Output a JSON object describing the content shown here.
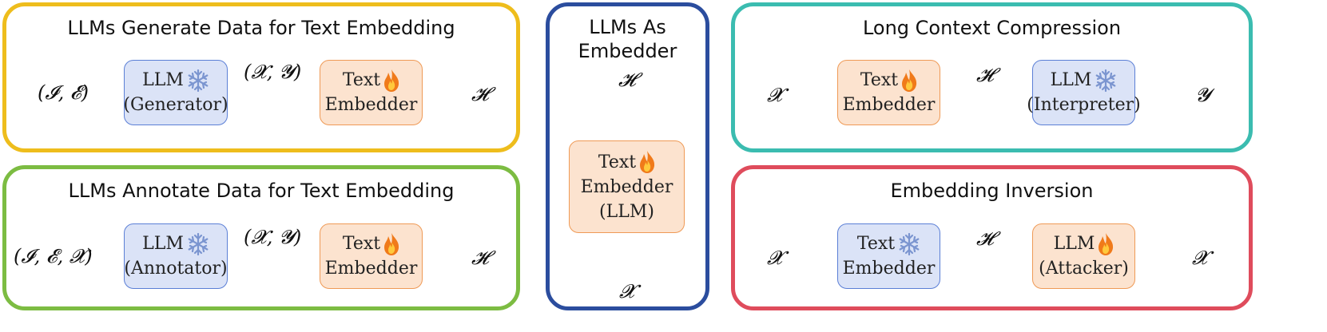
{
  "panels": {
    "generate": {
      "title": "LLMs Generate Data for Text Embedding",
      "color": "#eebd1c",
      "input": "(𝓘, 𝓔)",
      "pair": "(𝓧, 𝓨)",
      "output": "𝓗",
      "llm": {
        "label": "LLM",
        "role": "(Generator)",
        "icon": "snowflake-icon"
      },
      "embedder": {
        "label": "Text",
        "label2": "Embedder",
        "icon": "flame-icon"
      }
    },
    "annotate": {
      "title": "LLMs Annotate Data for Text Embedding",
      "color": "#7cbc42",
      "input": "(𝓘, 𝓔, 𝓧)",
      "pair": "(𝓧, 𝓨)",
      "output": "𝓗",
      "llm": {
        "label": "LLM",
        "role": "(Annotator)",
        "icon": "snowflake-icon"
      },
      "embedder": {
        "label": "Text",
        "label2": "Embedder",
        "icon": "flame-icon"
      }
    },
    "embedder": {
      "title_line1": "LLMs As",
      "title_line2": "Embedder",
      "color": "#2b4d9e",
      "input": "𝓧",
      "output": "𝓗",
      "box": {
        "line1": "Text",
        "line2": "Embedder",
        "line3": "(LLM)",
        "icon": "flame-icon"
      }
    },
    "compression": {
      "title": "Long Context Compression",
      "color": "#3bbcb0",
      "input": "𝓧",
      "middle": "𝓗",
      "output": "𝓨",
      "embedder": {
        "label": "Text",
        "label2": "Embedder",
        "icon": "flame-icon"
      },
      "llm": {
        "label": "LLM",
        "role": "(Interpreter)",
        "icon": "snowflake-icon"
      }
    },
    "inversion": {
      "title": "Embedding Inversion",
      "color": "#df4c5c",
      "input": "𝓧",
      "middle": "𝓗",
      "output": "𝓧",
      "embedder": {
        "label": "Text",
        "label2": "Embedder",
        "icon": "snowflake-icon"
      },
      "llm": {
        "label": "LLM",
        "role": "(Attacker)",
        "icon": "flame-icon"
      }
    }
  },
  "colors": {
    "frozen_box": "#dbe3f7",
    "trainable_box": "#fce3cf",
    "link": "#f5a05a",
    "arrow": "#8a8a8a"
  }
}
